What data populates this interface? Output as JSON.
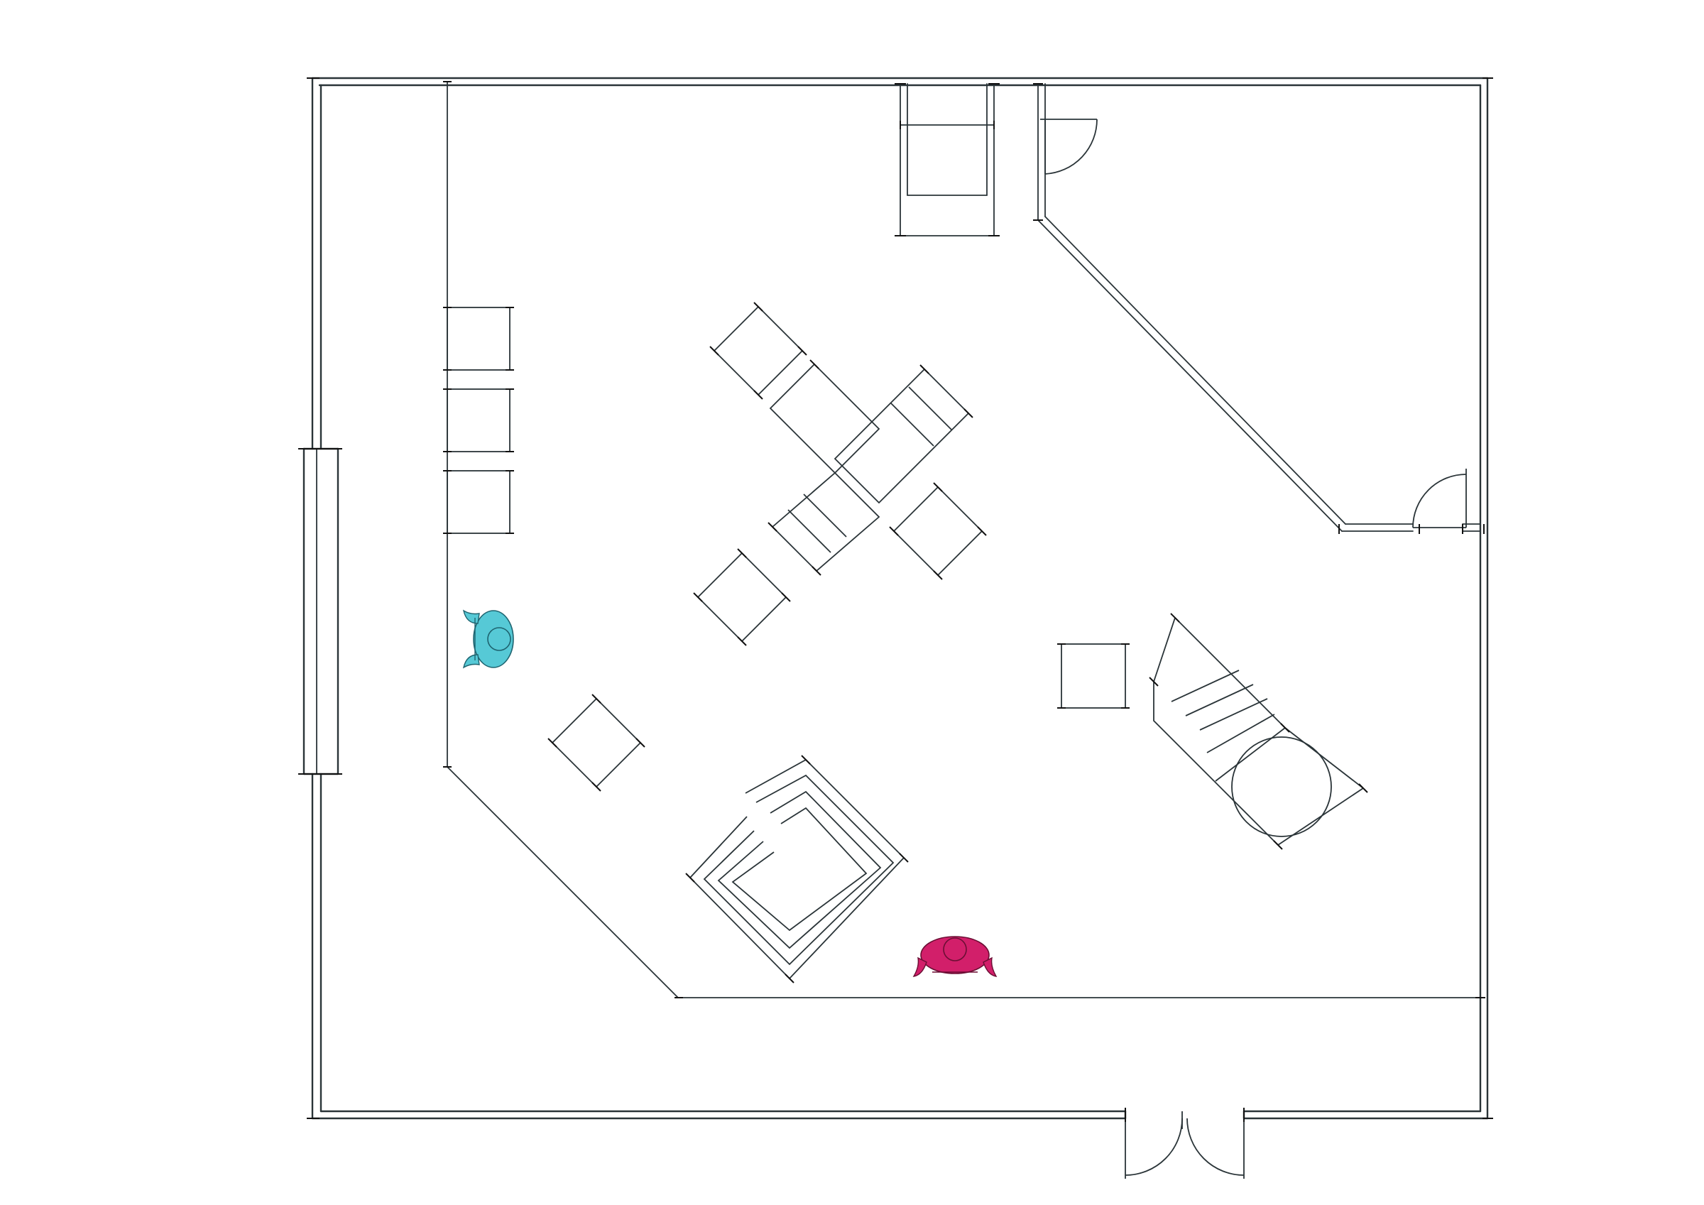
{
  "diagram": {
    "type": "floor-plan",
    "colors": {
      "line": "#2a3438",
      "background": "#ffffff",
      "figure_teal": "#56c9d6",
      "figure_magenta": "#d21f6a"
    },
    "figures": [
      {
        "name": "teal-person",
        "icon": "person-topview-icon",
        "color_key": "figure_teal"
      },
      {
        "name": "magenta-person",
        "icon": "person-topview-icon",
        "color_key": "figure_magenta"
      }
    ]
  }
}
